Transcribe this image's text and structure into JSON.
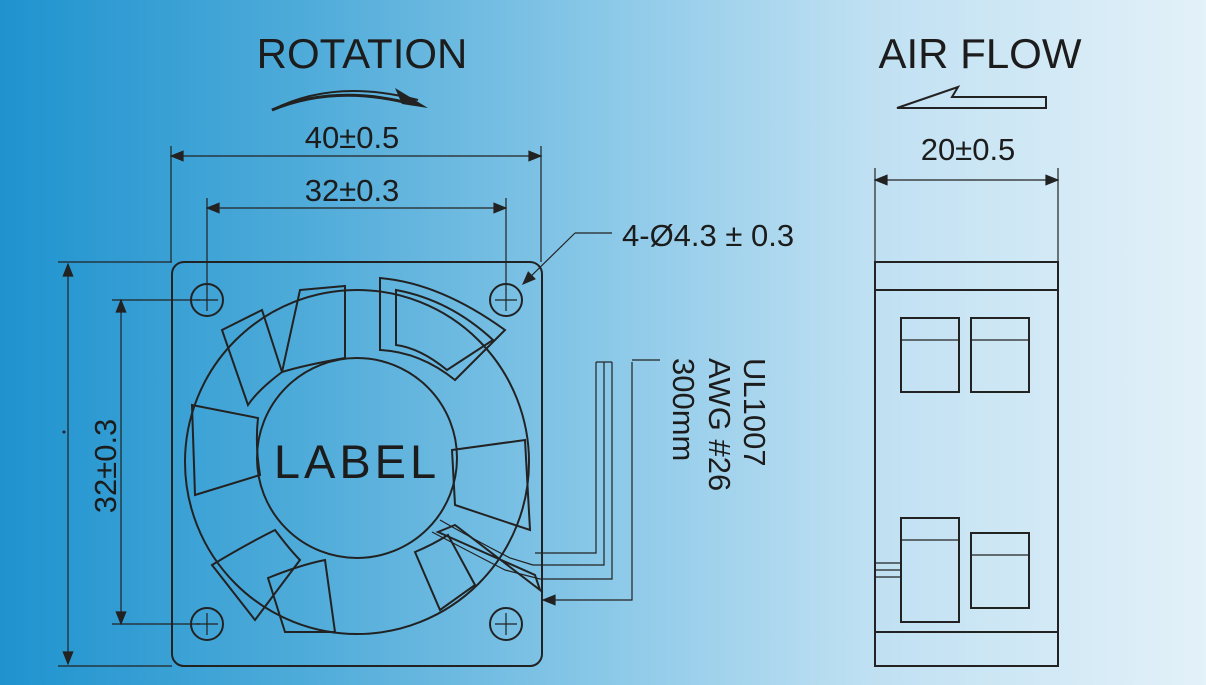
{
  "front_view": {
    "rotation_title": "ROTATION",
    "width_outer": "40±0.5",
    "width_holes": "32±0.3",
    "hole_callout": "4-Ø4.3 ± 0.3",
    "height_holes": "32±0.3",
    "hub_label": "LABEL",
    "wire_spec": [
      "UL1007",
      "AWG #26",
      "300mm"
    ]
  },
  "side_view": {
    "airflow_title": "AIR FLOW",
    "depth": "20±0.5"
  }
}
